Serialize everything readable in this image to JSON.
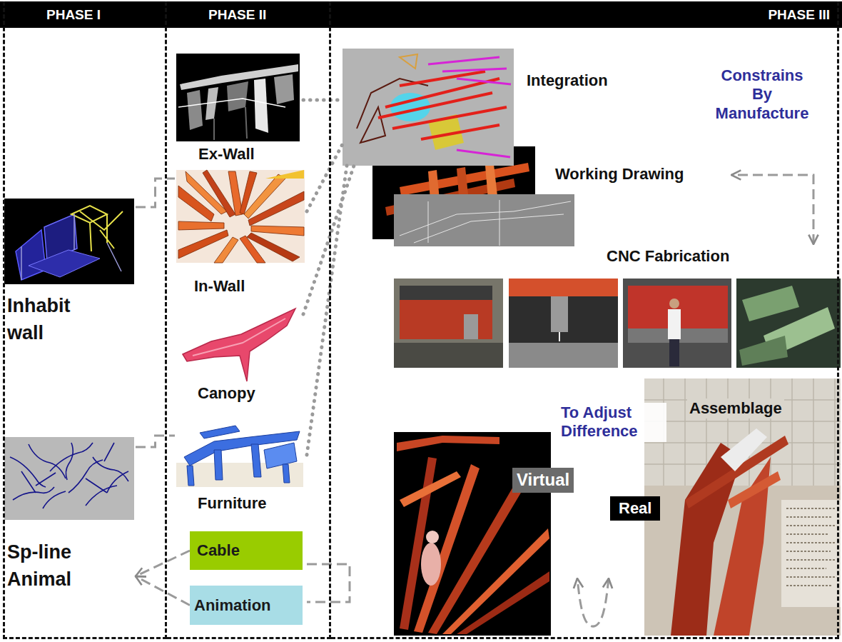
{
  "diagram": {
    "nodes": [
      {
        "text": [
          "PHASE I"
        ]
      },
      {
        "text": [
          "PHASE II"
        ]
      },
      {
        "text": [
          "PHASE III"
        ]
      },
      {
        "text": [
          "Inhabit wall"
        ],
        "in": 0
      },
      {
        "text": [
          "Sp-line Animal"
        ],
        "in": 0
      },
      {
        "text": [
          "Ex-Wall"
        ],
        "in": 1
      },
      {
        "text": [
          "In-Wall"
        ],
        "in": 1
      },
      {
        "text": [
          "Canopy"
        ],
        "in": 1
      },
      {
        "text": [
          "Furniture"
        ],
        "in": 1
      },
      {
        "text": [
          "Cable"
        ],
        "in": 1
      },
      {
        "text": [
          "Animation"
        ],
        "in": 1
      },
      {
        "text": [
          "Integration"
        ],
        "in": 2
      },
      {
        "text": [
          "Working Drawing"
        ],
        "in": 2
      },
      {
        "text": [
          "CNC Fabrication"
        ],
        "in": 2
      },
      {
        "text": [
          "Virtual"
        ],
        "in": 2
      },
      {
        "text": [
          "Assemblage",
          "Real"
        ],
        "in": 2
      }
    ],
    "edges": [
      {
        "from": 3,
        "to": 6,
        "arrow": "none"
      },
      {
        "from": 4,
        "to": 8,
        "arrow": "none"
      },
      {
        "from": 5,
        "to": 11,
        "arrow": "none"
      },
      {
        "from": 6,
        "to": 11,
        "arrow": "none"
      },
      {
        "from": 7,
        "to": 11,
        "arrow": "none"
      },
      {
        "from": 8,
        "to": 11,
        "arrow": "none"
      },
      {
        "from": 9,
        "to": 4,
        "arrow": "to"
      },
      {
        "from": 10,
        "to": 4,
        "arrow": "to"
      },
      {
        "from": 13,
        "to": 12,
        "label": "Constrains By Manufacture",
        "arrow": "both"
      },
      {
        "from": 15,
        "to": 14,
        "label": "To Adjust Difference",
        "arrow": "both"
      }
    ]
  }
}
